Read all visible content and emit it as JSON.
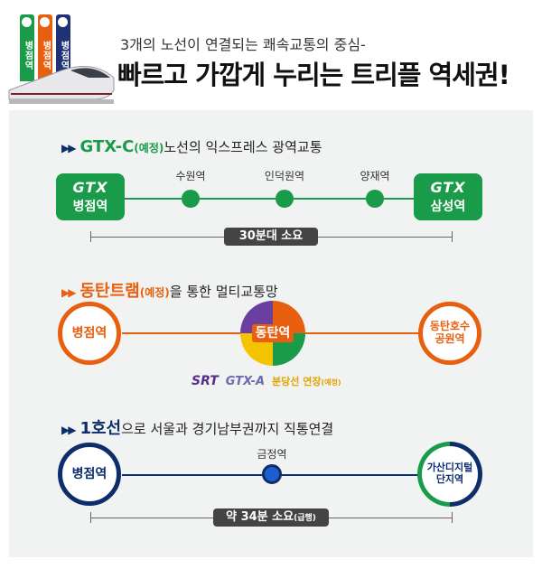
{
  "header": {
    "banners": [
      "병점역",
      "병점역",
      "병점역"
    ],
    "subtitle": "3개의 노선이 연결되는 쾌속교통의 중심-",
    "title": "빠르고 가깝게 누리는 트리플 역세권!"
  },
  "gtx": {
    "heading_arrows": "▶▶",
    "heading_bold": "GTX-C",
    "heading_note": "(예정)",
    "heading_rest": "노선의 익스프레스 광역교통",
    "logo": "GTX",
    "start": "병점역",
    "end": "삼성역",
    "stops": [
      "수원역",
      "인덕원역",
      "양재역"
    ],
    "duration": "30분대 소요"
  },
  "tram": {
    "heading_arrows": "▶▶",
    "heading_bold": "동탄트램",
    "heading_note": "(예정)",
    "heading_rest": "을 통한 멀티교통망",
    "start": "병점역",
    "middle": "동탄역",
    "end_line1": "동탄호수",
    "end_line2": "공원역",
    "srt": "SRT",
    "gtxa": "GTX-A",
    "bundang": "분당선 연장",
    "bundang_note": "(예정)"
  },
  "line1": {
    "heading_arrows": "▶▶",
    "heading_bold": "1호선",
    "heading_rest": "으로 서울과 경기남부권까지 직통연결",
    "start": "병점역",
    "stop": "금정역",
    "end_line1": "가산디지털",
    "end_line2": "단지역",
    "duration": "약 34분 소요",
    "duration_note": "(급행)"
  },
  "colors": {
    "green": "#1a9b4a",
    "orange": "#e8600f",
    "navy": "#0e2d6b",
    "yellow": "#f5c400",
    "purple": "#6a3fa0"
  }
}
